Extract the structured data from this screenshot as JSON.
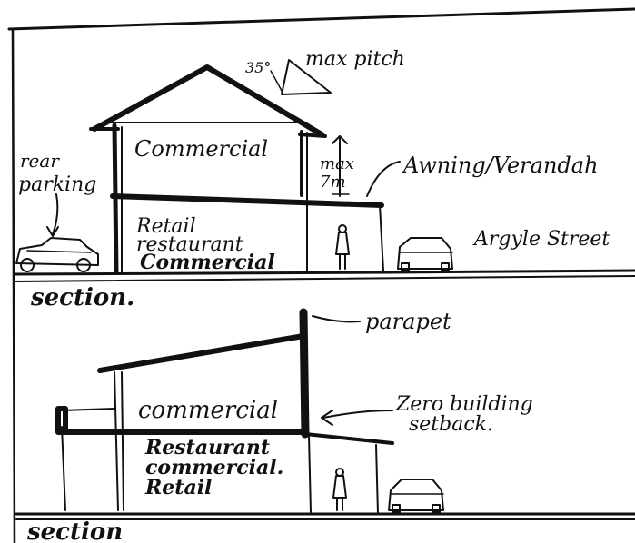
{
  "top_section": {
    "pitch_angle": "35°",
    "max_pitch": "max pitch",
    "upper_use": "Commercial",
    "height_max": "max",
    "height_value": "7m",
    "awning": "Awning/Verandah",
    "rear": "rear",
    "parking": "parking",
    "ground_use_1": "Retail",
    "ground_use_2": "restaurant",
    "ground_use_3": "Commercial",
    "street": "Argyle Street",
    "section_label": "section."
  },
  "bottom_section": {
    "parapet": "parapet",
    "upper_use": "commercial",
    "setback_1": "Zero building",
    "setback_2": "setback.",
    "ground_use_1": "Restaurant",
    "ground_use_2": "commercial.",
    "ground_use_3": "Retail",
    "section_label": "section"
  }
}
